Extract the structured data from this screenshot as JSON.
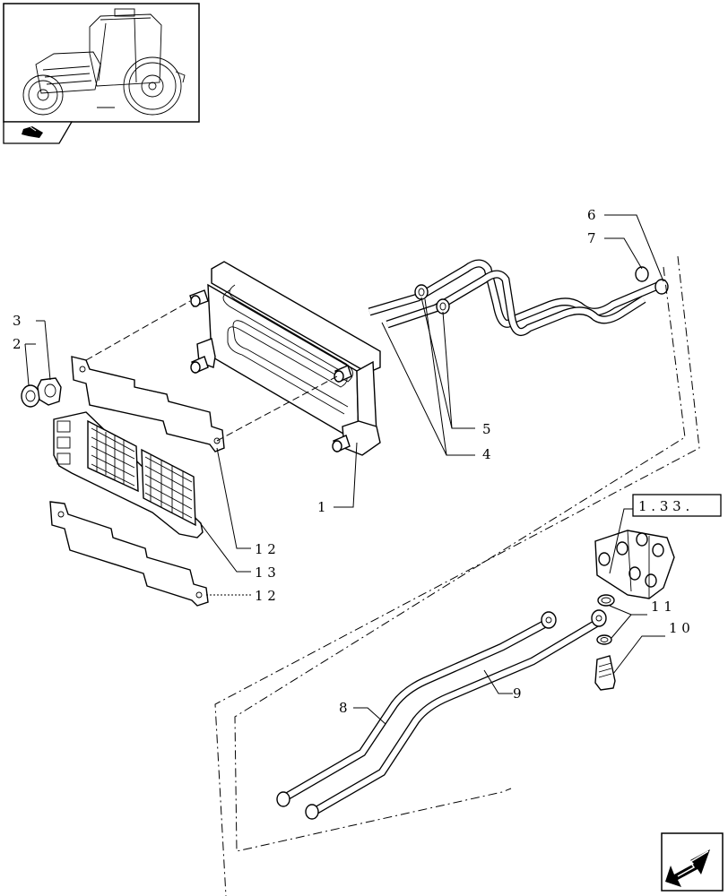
{
  "labels": {
    "part_1": "1",
    "part_2": "2",
    "part_3": "3",
    "part_4": "4",
    "part_5": "5",
    "part_6": "6",
    "part_7": "7",
    "part_8": "8",
    "part_9": "9",
    "part_10": "1 0",
    "part_11": "1 1",
    "part_12_upper": "1 2",
    "part_13": "1 3",
    "part_12_lower": "1 2",
    "reference": "1 . 3 3 ."
  },
  "icons": {
    "thumbnail": "tractor-thumbnail-icon",
    "section": "section-book-icon",
    "next": "next-page-arrow-icon"
  }
}
